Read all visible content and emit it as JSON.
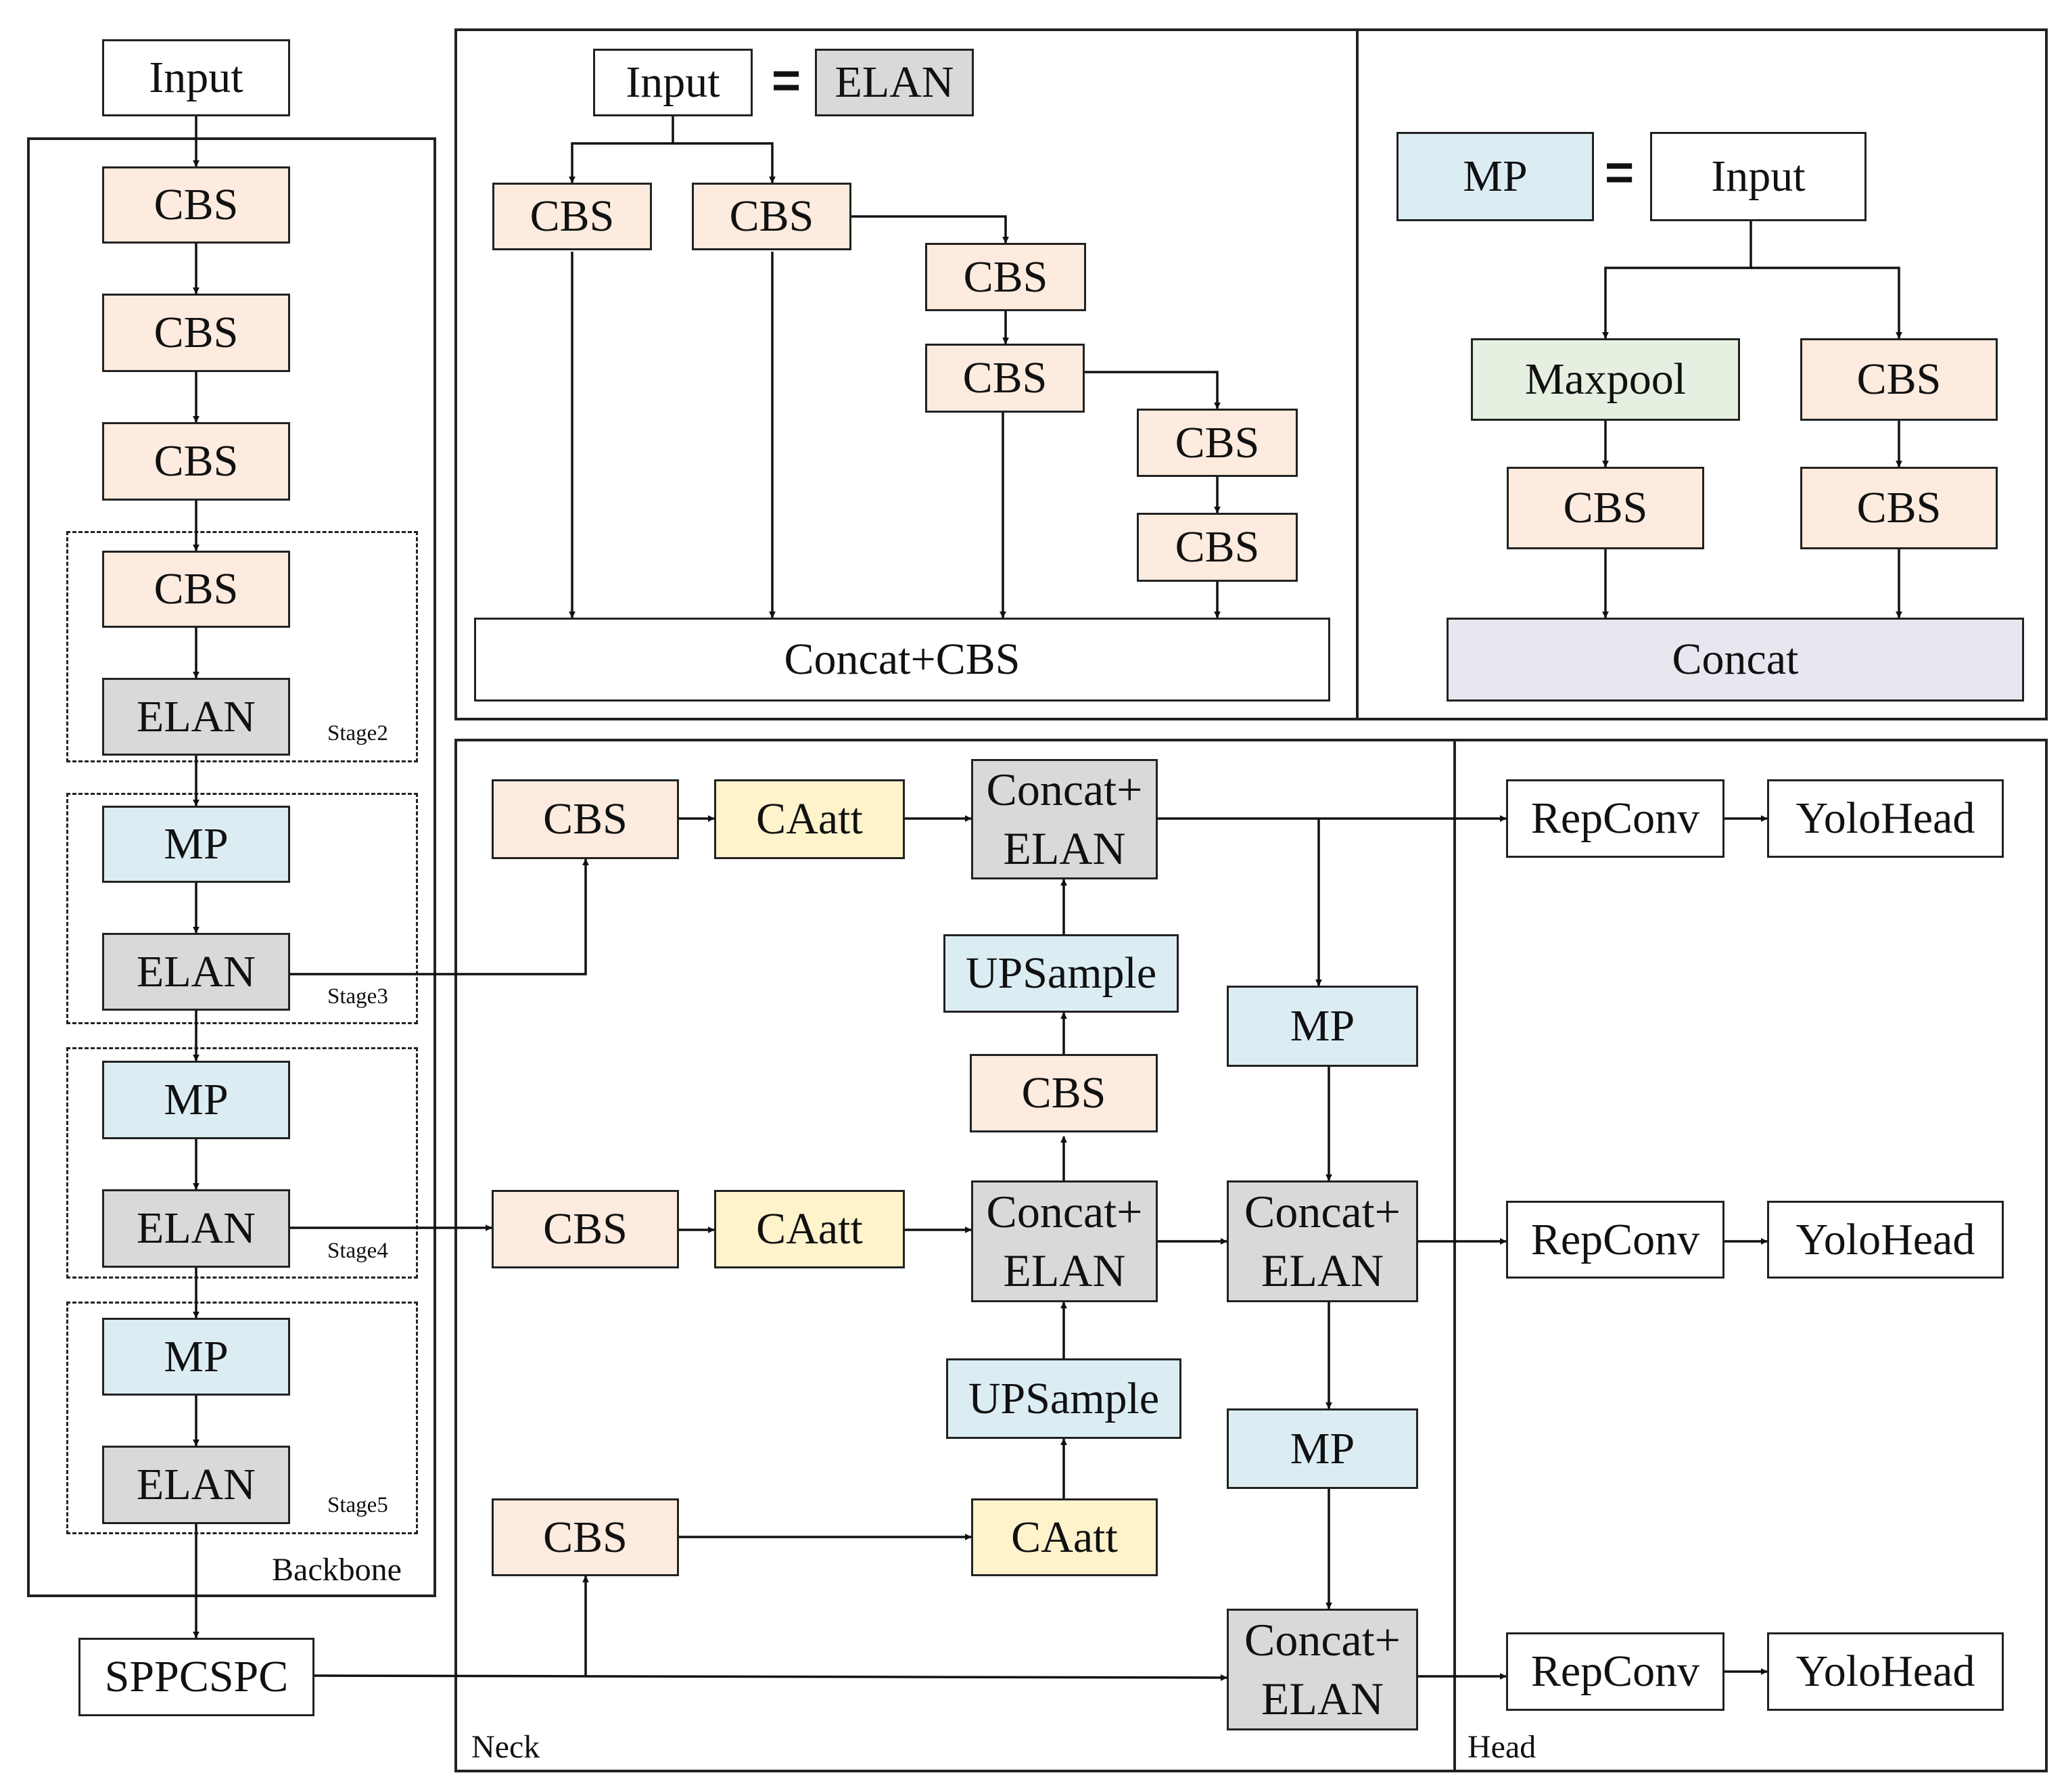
{
  "colors": {
    "CBS": "#fcebde",
    "ELAN": "#d9d9d9",
    "MP": "#dbedf3",
    "CAatt": "#fff3cc",
    "UPSample": "#dbedf3",
    "Maxpool": "#e6f0e0",
    "Concat": "#e9e6f0",
    "plain": "#ffffff",
    "line": "#111111"
  },
  "backbone": {
    "section_label": "Backbone",
    "input": "Input",
    "cbs_1": "CBS",
    "cbs_2": "CBS",
    "cbs_3": "CBS",
    "stage2": {
      "label": "Stage2",
      "cbs": "CBS",
      "elan": "ELAN"
    },
    "stage3": {
      "label": "Stage3",
      "mp": "MP",
      "elan": "ELAN"
    },
    "stage4": {
      "label": "Stage4",
      "mp": "MP",
      "elan": "ELAN"
    },
    "stage5": {
      "label": "Stage5",
      "mp": "MP",
      "elan": "ELAN"
    },
    "sppcspc": "SPPCSPC"
  },
  "elan_legend": {
    "input": "Input",
    "equals": "=",
    "name": "ELAN",
    "cbs_left_1": "CBS",
    "cbs_left_2": "CBS",
    "cbs_mid_1": "CBS",
    "cbs_mid_2": "CBS",
    "cbs_right_1": "CBS",
    "cbs_right_2": "CBS",
    "output": "Concat+CBS"
  },
  "mp_legend": {
    "name": "MP",
    "equals": "=",
    "input": "Input",
    "maxpool": "Maxpool",
    "cbs_after_maxpool": "CBS",
    "cbs_right_1": "CBS",
    "cbs_right_2": "CBS",
    "output": "Concat"
  },
  "neck": {
    "section_label": "Neck",
    "top": {
      "cbs": "CBS",
      "caatt": "CAatt",
      "merge_line1": "Concat+",
      "merge_line2": "ELAN"
    },
    "upsample_1": "UPSample",
    "cbs_between": "CBS",
    "middle": {
      "cbs": "CBS",
      "caatt": "CAatt",
      "merge_line1": "Concat+",
      "merge_line2": "ELAN"
    },
    "upsample_2": "UPSample",
    "bottom": {
      "cbs": "CBS",
      "caatt": "CAatt"
    },
    "mp_1": "MP",
    "merge_mid_line1": "Concat+",
    "merge_mid_line2": "ELAN",
    "mp_2": "MP",
    "merge_bottom_line1": "Concat+",
    "merge_bottom_line2": "ELAN"
  },
  "head": {
    "section_label": "Head",
    "rows": [
      {
        "repconv": "RepConv",
        "yolohead": "YoloHead"
      },
      {
        "repconv": "RepConv",
        "yolohead": "YoloHead"
      },
      {
        "repconv": "RepConv",
        "yolohead": "YoloHead"
      }
    ]
  }
}
